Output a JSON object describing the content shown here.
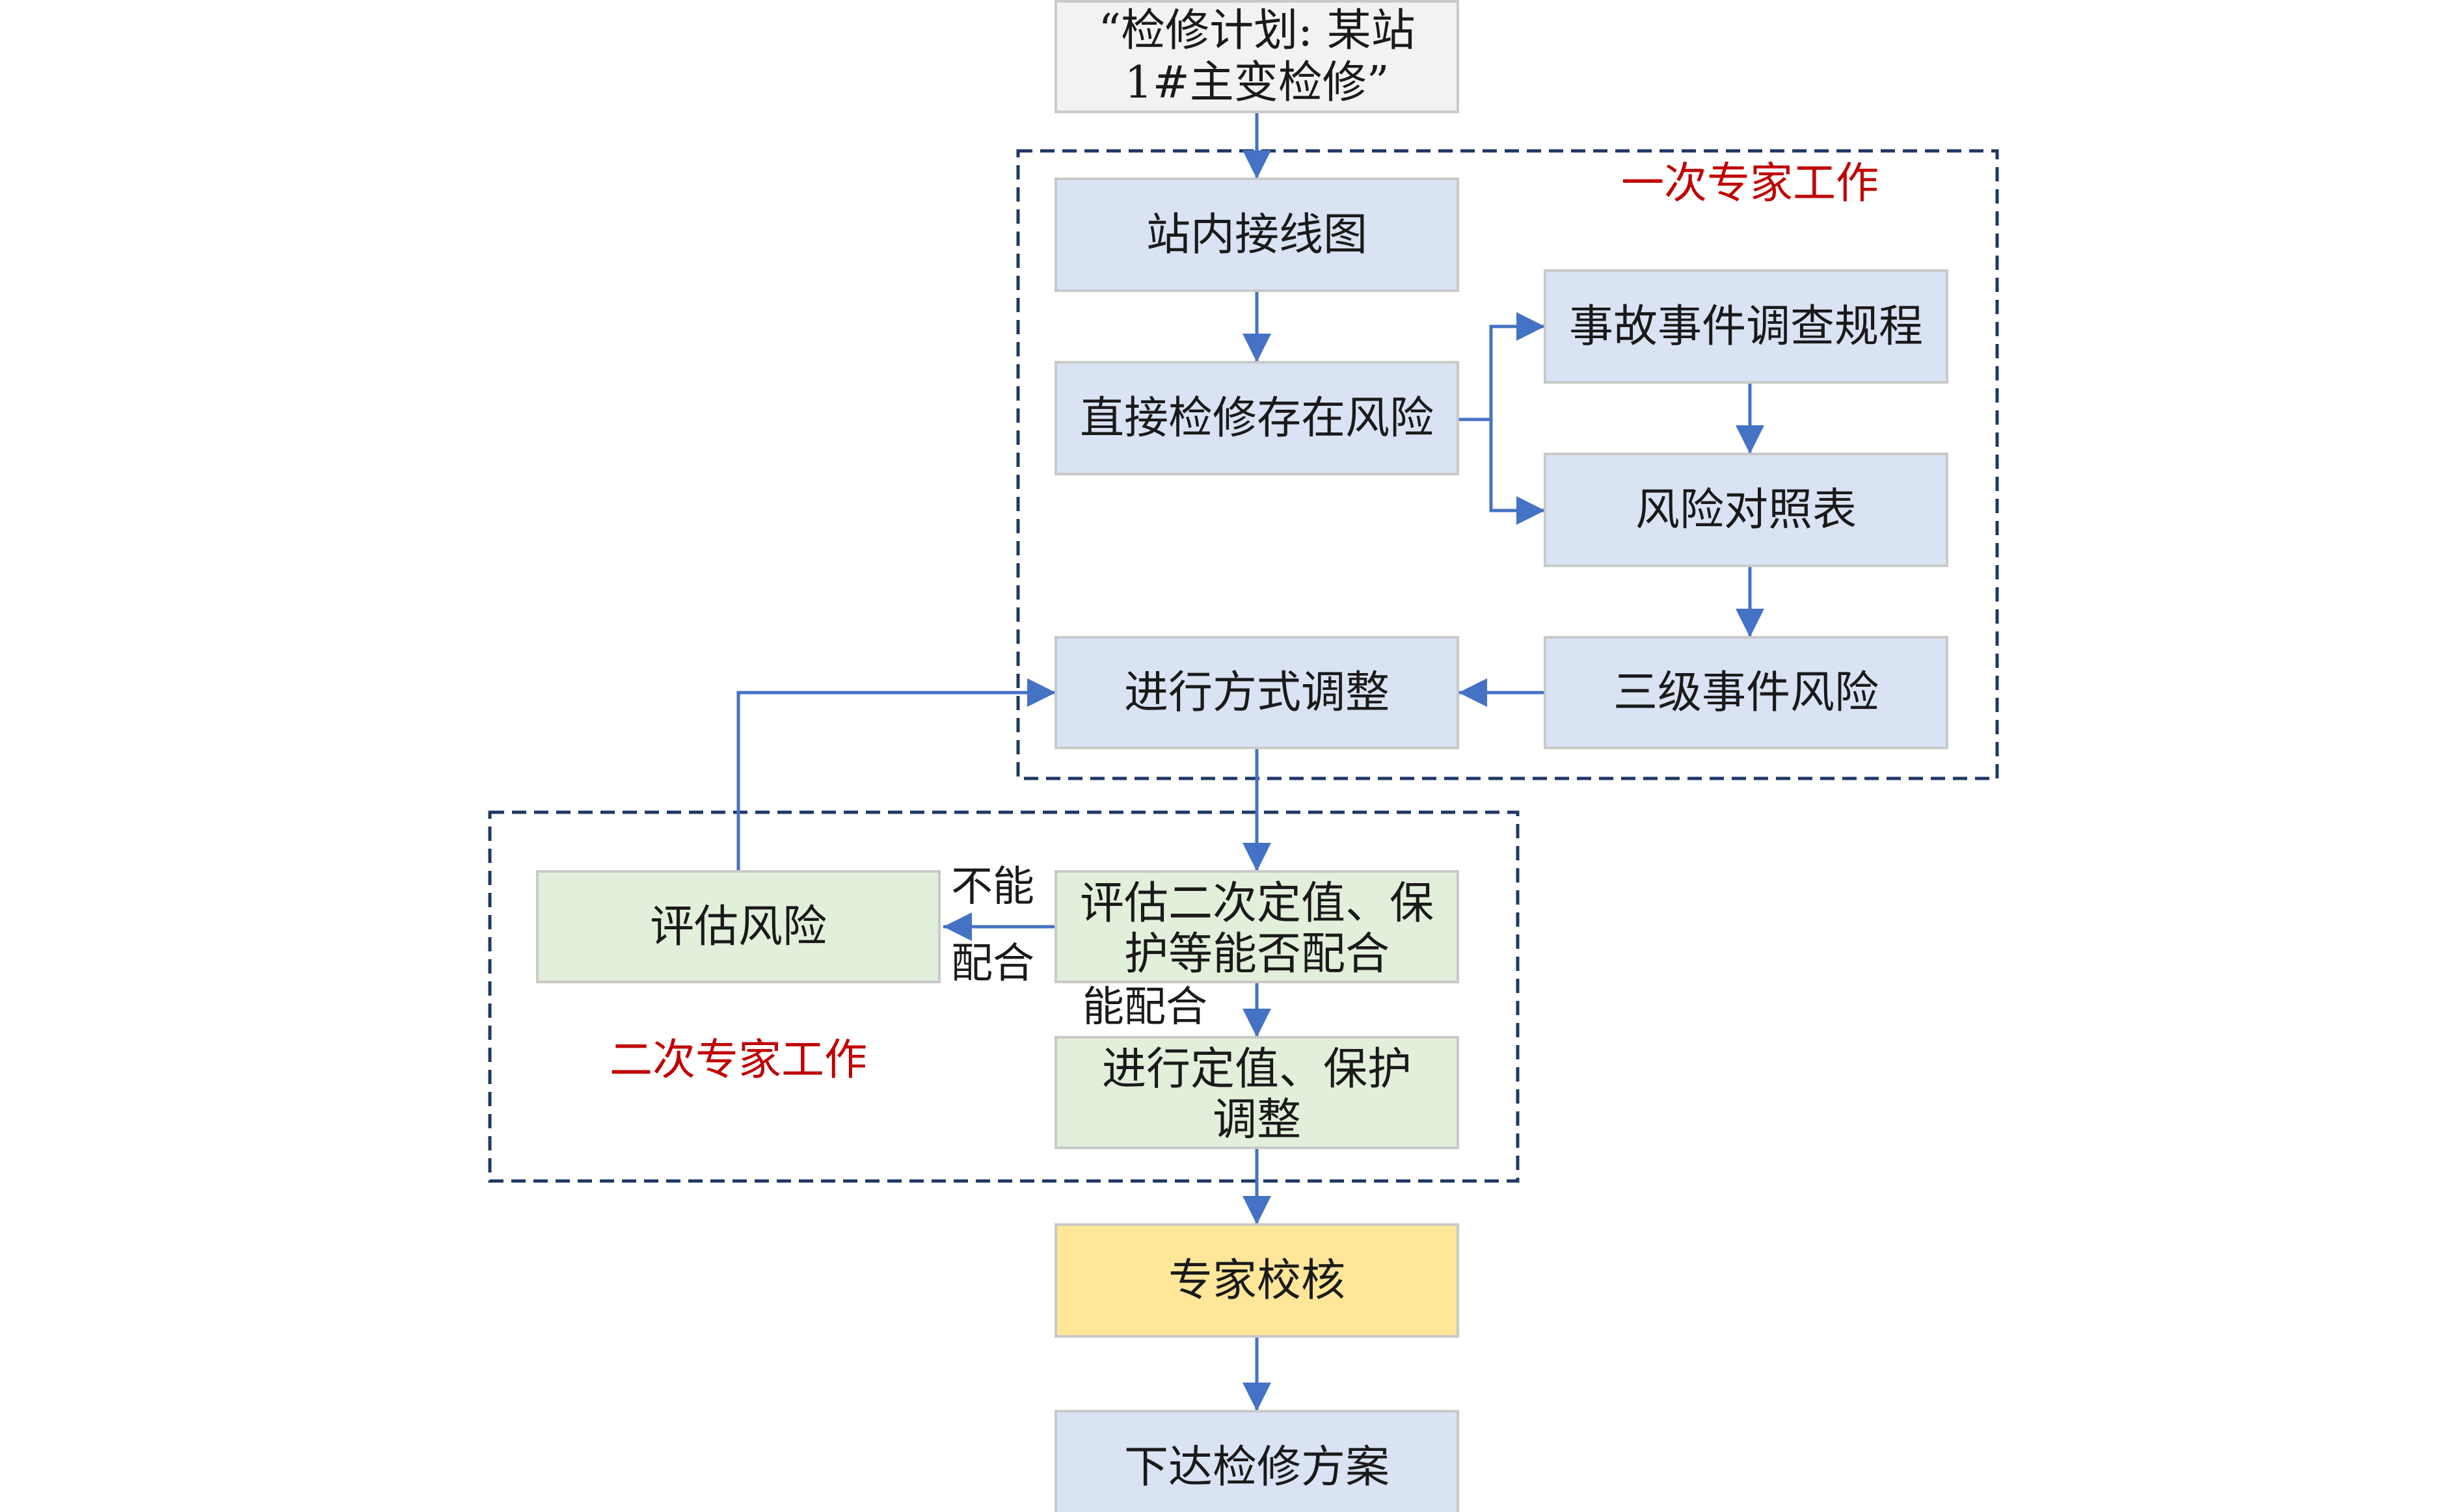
{
  "nodes": {
    "plan": {
      "lines": [
        "“检修计划: 某站",
        "1#主变检修”"
      ],
      "fill": "#f2f2f2"
    },
    "wiring": {
      "lines": [
        "站内接线图"
      ],
      "fill": "#dae3f3"
    },
    "risk_direct": {
      "lines": [
        "直接检修存在风险"
      ],
      "fill": "#dae3f3"
    },
    "accident_rules": {
      "lines": [
        "事故事件调查规程"
      ],
      "fill": "#dae3f3"
    },
    "risk_table": {
      "lines": [
        "风险对照表"
      ],
      "fill": "#dae3f3"
    },
    "level3_risk": {
      "lines": [
        "三级事件风险"
      ],
      "fill": "#dae3f3"
    },
    "mode_adjust": {
      "lines": [
        "进行方式调整"
      ],
      "fill": "#dae3f3"
    },
    "eval_secondary": {
      "lines": [
        "评估二次定值、保",
        "护等能否配合"
      ],
      "fill": "#e2efda"
    },
    "eval_risk": {
      "lines": [
        "评估风险"
      ],
      "fill": "#e2efda"
    },
    "setting_adjust": {
      "lines": [
        "进行定值、保护",
        "调整"
      ],
      "fill": "#e2efda"
    },
    "expert_check": {
      "lines": [
        "专家校核"
      ],
      "fill": "#ffe699"
    },
    "issue_plan": {
      "lines": [
        "下达检修方案"
      ],
      "fill": "#dae3f3"
    }
  },
  "groups": {
    "primary": {
      "label": "一次专家工作"
    },
    "secondary": {
      "label": "二次专家工作"
    }
  },
  "edge_labels": {
    "cannot_1": "不能",
    "cannot_2": "配合",
    "can": "能配合"
  },
  "colors": {
    "arrow": "#4472c4",
    "group_border": "#1f3864",
    "group_label": "#c00000",
    "node_border": "#c9c9c9"
  }
}
